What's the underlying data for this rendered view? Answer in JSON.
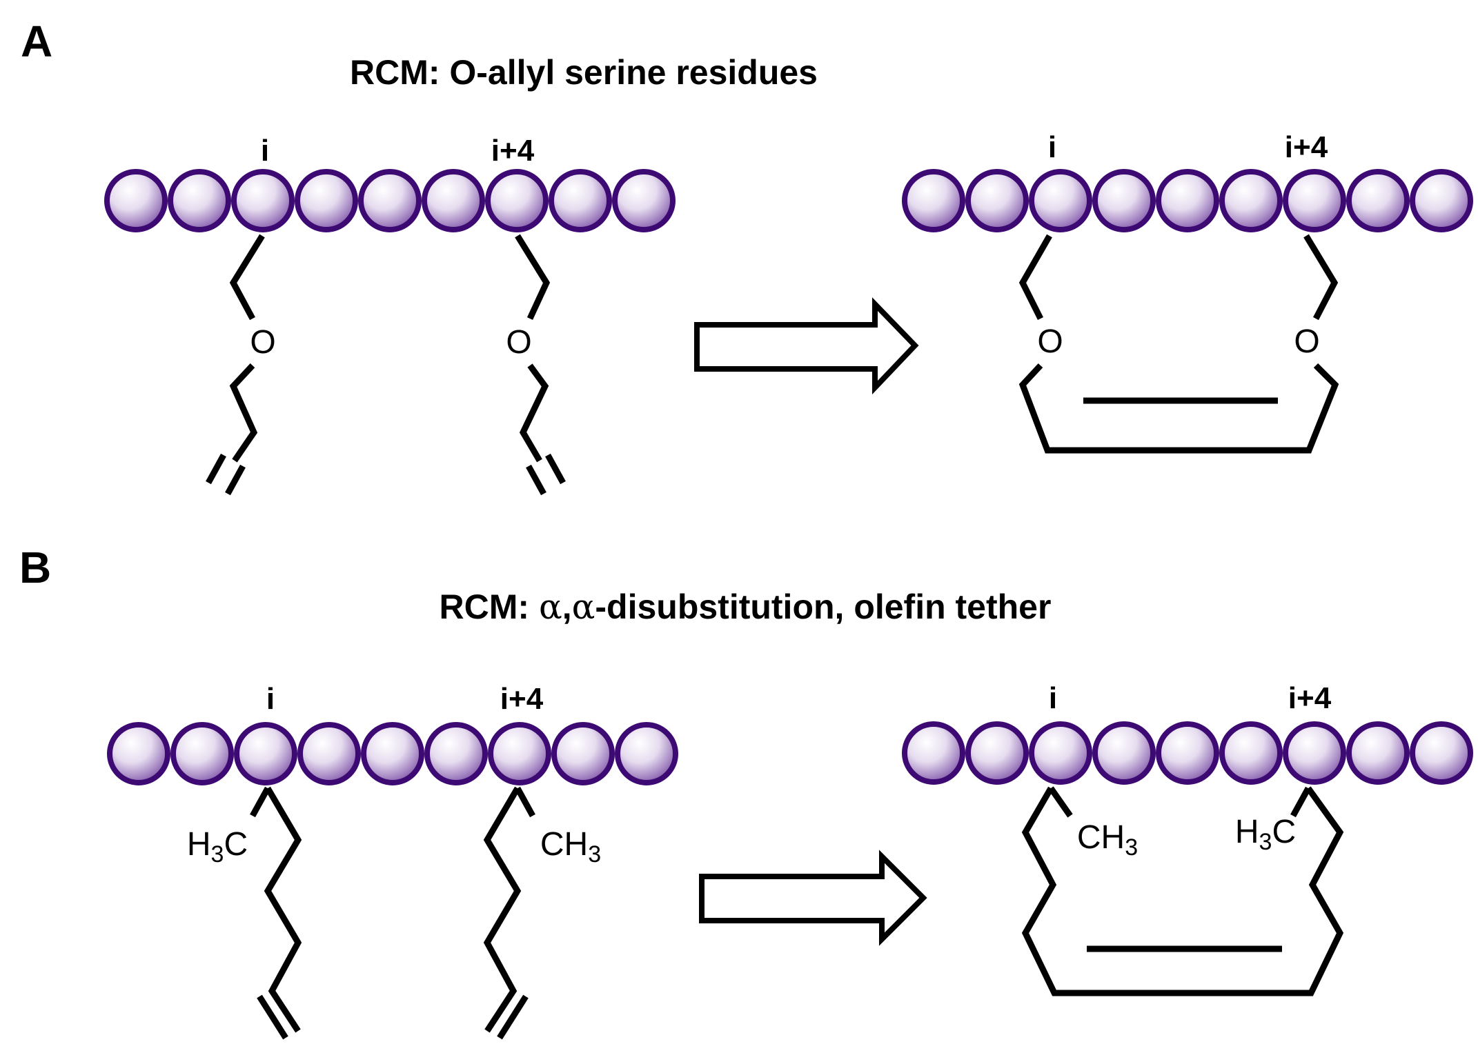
{
  "colors": {
    "bead_outline": "#3d0a73",
    "bead_fill_light": "#ffffff",
    "bead_fill_dark": "#7b4fa6",
    "bond": "#000000"
  },
  "panel_a": {
    "letter": "A",
    "title": "RCM: O-allyl serine residues",
    "left": {
      "pos_i": "i",
      "pos_i4": "i+4",
      "oxygen_1": "O",
      "oxygen_2": "O"
    },
    "right": {
      "pos_i": "i",
      "pos_i4": "i+4",
      "oxygen_1": "O",
      "oxygen_2": "O"
    }
  },
  "panel_b": {
    "letter": "B",
    "title_prefix": "RCM: ",
    "alpha_1": "α",
    "comma": ",",
    "alpha_2": "α",
    "title_suffix": "-disubstitution, olefin tether",
    "left": {
      "pos_i": "i",
      "pos_i4": "i+4",
      "methyl_left": "H3C",
      "methyl_right": "CH3"
    },
    "right": {
      "pos_i": "i",
      "pos_i4": "i+4",
      "methyl_left": "CH3",
      "methyl_right": "H3C"
    }
  },
  "bead_count": 9,
  "icons": {
    "reaction_arrow": "block-arrow-right-icon",
    "residue": "sphere-bead-icon"
  }
}
